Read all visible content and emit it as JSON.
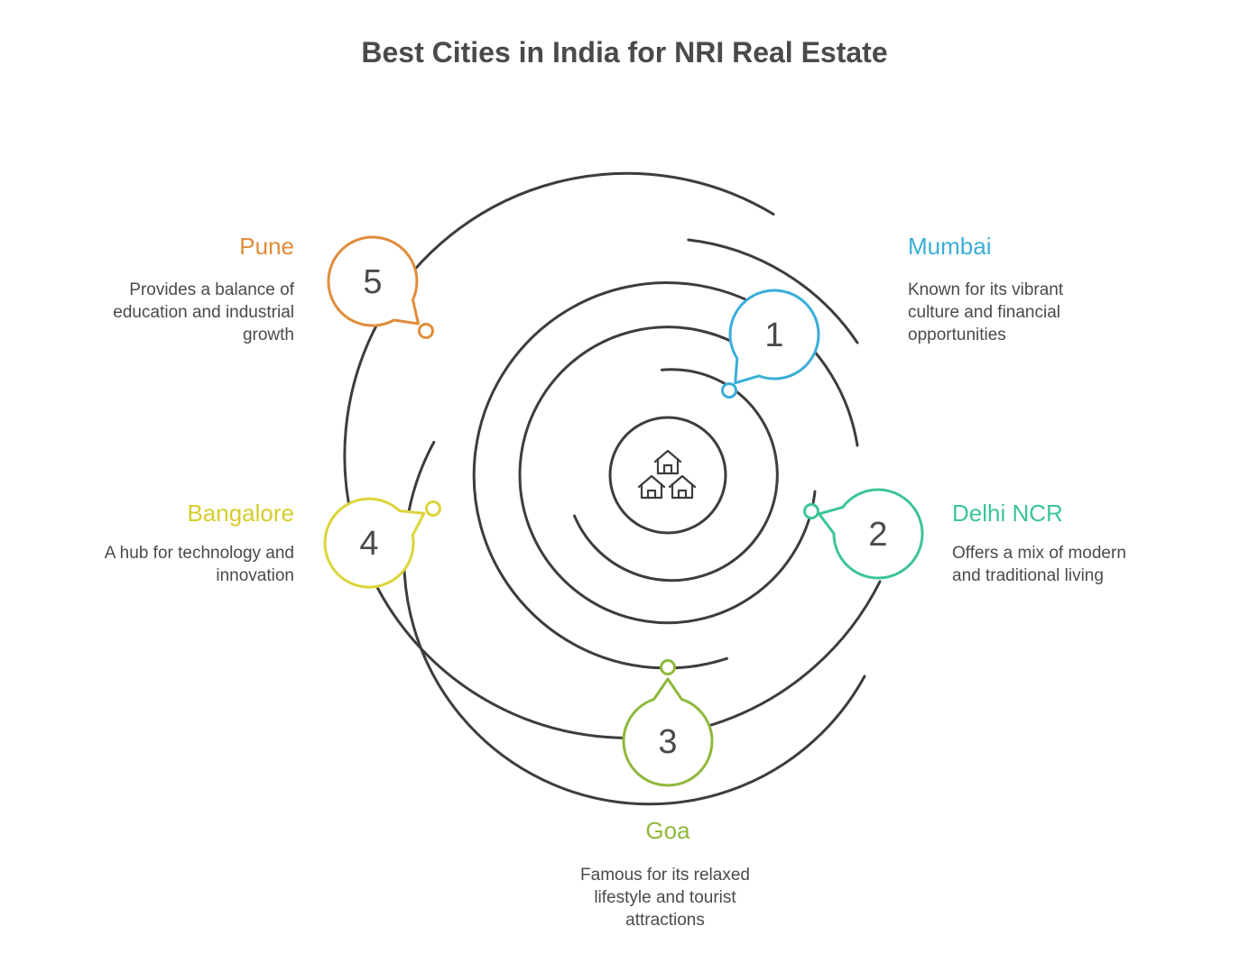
{
  "title": "Best Cities in India for NRI Real Estate",
  "center_icon": "houses-icon",
  "colors": {
    "ring": "#3d3d3d",
    "mumbai": "#3aaed8",
    "delhi": "#3cc49a",
    "goa": "#8fb83c",
    "bangalore": "#dcd43a",
    "pune": "#e08d3c",
    "title": "#4a4a4a",
    "text": "#4a4a4a"
  },
  "items": [
    {
      "number": "1",
      "city": "Mumbai",
      "description": [
        "Known for its vibrant",
        "culture and financial",
        "opportunities"
      ]
    },
    {
      "number": "2",
      "city": "Delhi NCR",
      "description": [
        "Offers a mix of modern",
        "and traditional living"
      ]
    },
    {
      "number": "3",
      "city": "Goa",
      "description": [
        "Famous for its relaxed",
        "lifestyle and tourist",
        "attractions"
      ]
    },
    {
      "number": "4",
      "city": "Bangalore",
      "description": [
        "A hub for technology and",
        "innovation"
      ]
    },
    {
      "number": "5",
      "city": "Pune",
      "description": [
        "Provides a balance of",
        "education and industrial",
        "growth"
      ]
    }
  ]
}
